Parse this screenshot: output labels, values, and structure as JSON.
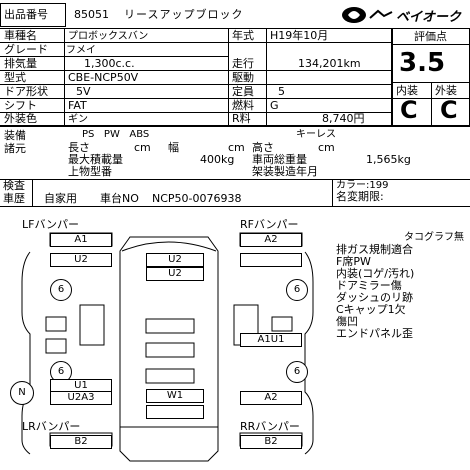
{
  "header": {
    "lot_label": "出品番号",
    "lot_number": "85051",
    "lease_text": "リースアップブロック",
    "logo_text": "ベイオーク"
  },
  "vehicle": {
    "model_label": "車種名",
    "model_value": "プロボックスバン",
    "grade_label": "グレード",
    "grade_value": "フメイ",
    "displacement_label": "排気量",
    "displacement_value": "1,300c.c.",
    "type_label": "型式",
    "type_value": "CBE-NCP50V",
    "doors_label": "ドア形状",
    "doors_value": "5V",
    "shift_label": "シフト",
    "shift_value": "FAT",
    "color_label": "外装色",
    "color_value": "ギン",
    "year_label": "年式",
    "year_value": "H19年10月",
    "mileage_label": "走行",
    "mileage_value": "134,201km",
    "drive_label": "駆動",
    "drive_value": "",
    "capacity_label": "定員",
    "capacity_value": "5",
    "fuel_label": "燃料",
    "fuel_value": "G",
    "r_label": "R料",
    "r_value": "8,740円"
  },
  "rating": {
    "title": "評価点",
    "score": "3.5",
    "interior_label": "内装",
    "exterior_label": "外装",
    "interior_grade": "C",
    "exterior_grade": "C"
  },
  "equipment": {
    "label1": "装備",
    "label2": "諸元",
    "items": "PS   PW   ABS",
    "keyless": "キーレス",
    "length_label": "長さ",
    "length_unit": "cm",
    "width_label": "幅",
    "width_unit": "cm",
    "height_label": "高さ",
    "height_unit": "cm",
    "max_load_label": "最大積載量",
    "max_load_value": "400kg",
    "gross_weight_label": "車両総重量",
    "gross_weight_value": "1,565kg",
    "cargo_label": "上物型番",
    "body_maker_label": "架装製造年月"
  },
  "inspection": {
    "kensa_label": "検査",
    "shaken_label": "車歴",
    "history_value": "自家用",
    "chassis_label": "車台NO",
    "chassis_value": "NCP50-0076938",
    "color_code": "カラー:199",
    "name_change": "名変期限:"
  },
  "diagram": {
    "lf_label": "LFバンパー",
    "rf_label": "RFバンパー",
    "lr_label": "LRバンパー",
    "rr_label": "RRバンパー",
    "marks": {
      "lf_bumper": "A1",
      "rf_bumper": "A2",
      "l_front_fender": "U2",
      "hood": "U2",
      "hood2": "U2",
      "l_front_tire": "6",
      "r_front_tire": "6",
      "r_door": "A1U1",
      "l_rear_tire": "6",
      "r_rear_tire": "6",
      "l_rear_u1": "U1",
      "l_rear_u2a3": "U2A3",
      "roof": "W1",
      "r_rear": "A2",
      "lr_bumper": "B2",
      "rr_bumper": "B2",
      "n_marker": "N"
    }
  },
  "notes": [
    "タコグラフ無",
    "排ガス規制適合",
    "F席PW",
    "内装(コゲ/汚れ)",
    "ドアミラー傷",
    "ダッシュのリ跡",
    "Cキャップ1欠",
    "傷凹",
    "エンドパネル歪"
  ]
}
